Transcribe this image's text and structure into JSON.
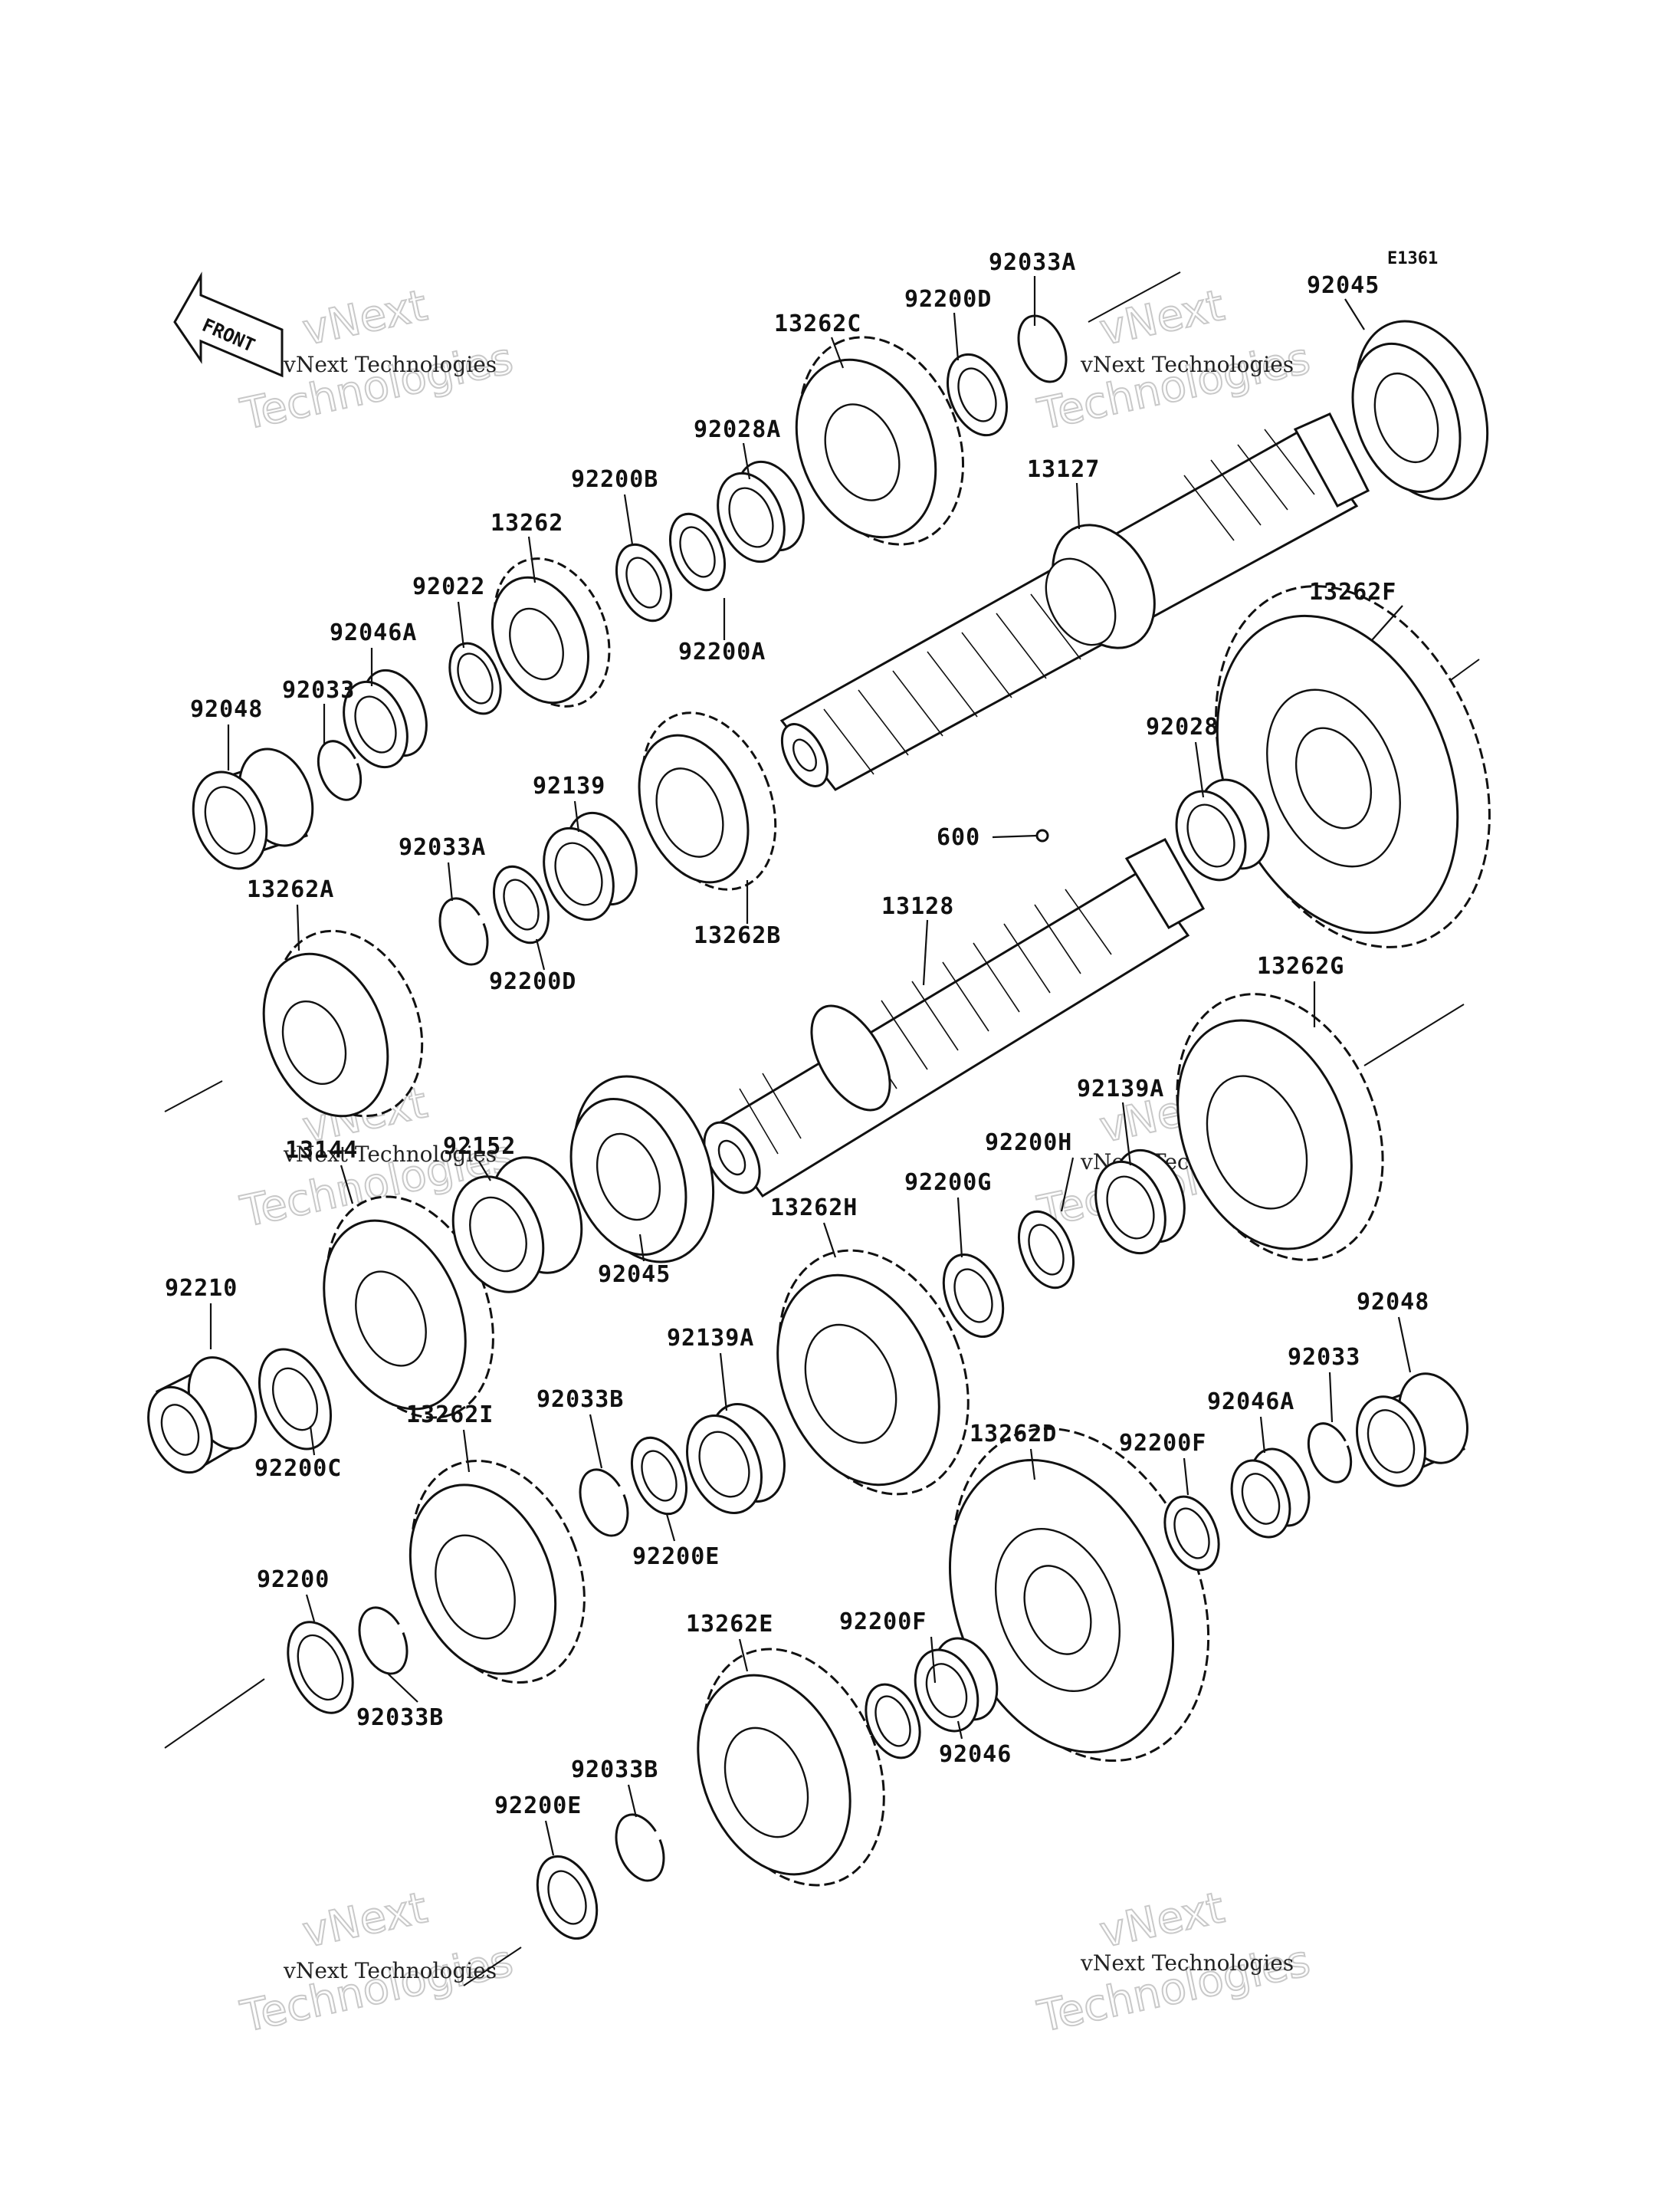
{
  "diagram": {
    "code": "E1361",
    "front_label": "FRONT",
    "watermark_small": "vNext Technologies",
    "watermark_big_1": "vNext",
    "watermark_big_2": "Technologies"
  },
  "labels": [
    {
      "id": "l01",
      "text": "92033A"
    },
    {
      "id": "l02",
      "text": "92045"
    },
    {
      "id": "l03",
      "text": "92200D"
    },
    {
      "id": "l04",
      "text": "13262C"
    },
    {
      "id": "l05",
      "text": "92028A"
    },
    {
      "id": "l06",
      "text": "92200B"
    },
    {
      "id": "l07",
      "text": "13262"
    },
    {
      "id": "l08",
      "text": "13127"
    },
    {
      "id": "l09",
      "text": "92022"
    },
    {
      "id": "l10",
      "text": "92046A"
    },
    {
      "id": "l11",
      "text": "92200A"
    },
    {
      "id": "l12",
      "text": "13262F"
    },
    {
      "id": "l13",
      "text": "92033"
    },
    {
      "id": "l14",
      "text": "92048"
    },
    {
      "id": "l15",
      "text": "92028"
    },
    {
      "id": "l16",
      "text": "92139"
    },
    {
      "id": "l17",
      "text": "600"
    },
    {
      "id": "l18",
      "text": "92033A"
    },
    {
      "id": "l19",
      "text": "13262B"
    },
    {
      "id": "l20",
      "text": "13128"
    },
    {
      "id": "l21",
      "text": "13262A"
    },
    {
      "id": "l22",
      "text": "92200D"
    },
    {
      "id": "l23",
      "text": "13262G"
    },
    {
      "id": "l24",
      "text": "92139A"
    },
    {
      "id": "l25",
      "text": "13144"
    },
    {
      "id": "l26",
      "text": "92152"
    },
    {
      "id": "l27",
      "text": "92200H"
    },
    {
      "id": "l28",
      "text": "92200G"
    },
    {
      "id": "l29",
      "text": "13262H"
    },
    {
      "id": "l30",
      "text": "92045"
    },
    {
      "id": "l31",
      "text": "92210"
    },
    {
      "id": "l32",
      "text": "92048"
    },
    {
      "id": "l33",
      "text": "92139A"
    },
    {
      "id": "l34",
      "text": "92033"
    },
    {
      "id": "l35",
      "text": "92046A"
    },
    {
      "id": "l36",
      "text": "92200C"
    },
    {
      "id": "l37",
      "text": "92033B"
    },
    {
      "id": "l38",
      "text": "13262I"
    },
    {
      "id": "l39",
      "text": "13262D"
    },
    {
      "id": "l40",
      "text": "92200F"
    },
    {
      "id": "l41",
      "text": "92200E"
    },
    {
      "id": "l42",
      "text": "92200"
    },
    {
      "id": "l43",
      "text": "92200F"
    },
    {
      "id": "l44",
      "text": "13262E"
    },
    {
      "id": "l45",
      "text": "92033B"
    },
    {
      "id": "l46",
      "text": "92046"
    },
    {
      "id": "l47",
      "text": "92033B"
    },
    {
      "id": "l48",
      "text": "92200E"
    }
  ]
}
